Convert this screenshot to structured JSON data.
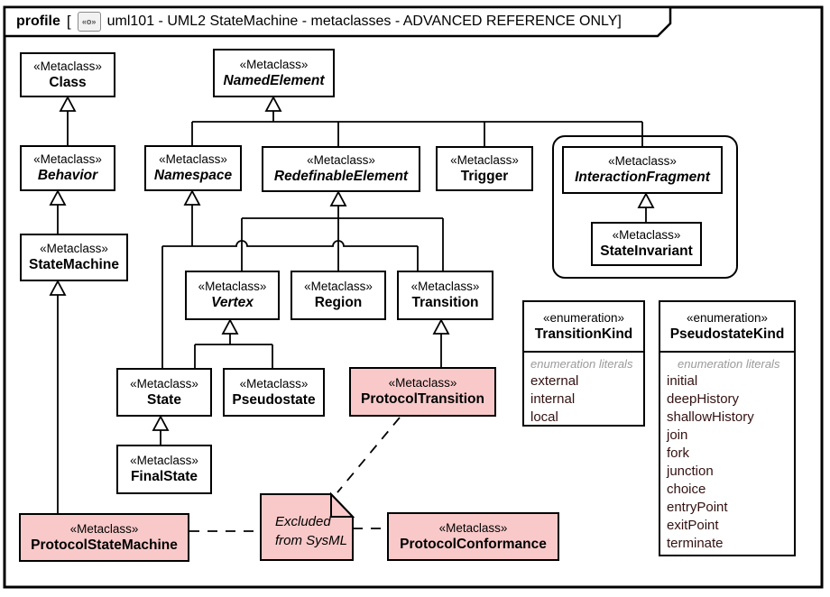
{
  "frame": {
    "keyword": "profile",
    "open_bracket": "[",
    "icon": "profile-diagram-icon",
    "icon_glyph": "«o»",
    "title": "uml101 - UML2 StateMachine - metaclasses - ADVANCED REFERENCE ONLY]"
  },
  "labels": {
    "metaclass": "«Metaclass»",
    "enumeration": "«enumeration»",
    "literals_caption": "enumeration literals"
  },
  "classes": [
    {
      "name": "Class"
    },
    {
      "name": "NamedElement"
    },
    {
      "name": "Behavior"
    },
    {
      "name": "Namespace"
    },
    {
      "name": "RedefinableElement"
    },
    {
      "name": "Trigger"
    },
    {
      "name": "InteractionFragment"
    },
    {
      "name": "StateInvariant"
    },
    {
      "name": "StateMachine"
    },
    {
      "name": "Vertex"
    },
    {
      "name": "Region"
    },
    {
      "name": "Transition"
    },
    {
      "name": "State"
    },
    {
      "name": "Pseudostate"
    },
    {
      "name": "ProtocolTransition"
    },
    {
      "name": "FinalState"
    },
    {
      "name": "ProtocolStateMachine"
    },
    {
      "name": "ProtocolConformance"
    }
  ],
  "enumerations": [
    {
      "name": "TransitionKind",
      "literals": [
        "external",
        "internal",
        "local"
      ]
    },
    {
      "name": "PseudostateKind",
      "literals": [
        "initial",
        "deepHistory",
        "shallowHistory",
        "join",
        "fork",
        "junction",
        "choice",
        "entryPoint",
        "exitPoint",
        "terminate"
      ]
    }
  ],
  "note": {
    "lines": [
      "Excluded",
      "from SysML"
    ]
  },
  "colors": {
    "excluded_fill": "#F9C9C9",
    "literal_text": "#331111",
    "caption_text": "#9A9A9A",
    "line": "#000000"
  }
}
